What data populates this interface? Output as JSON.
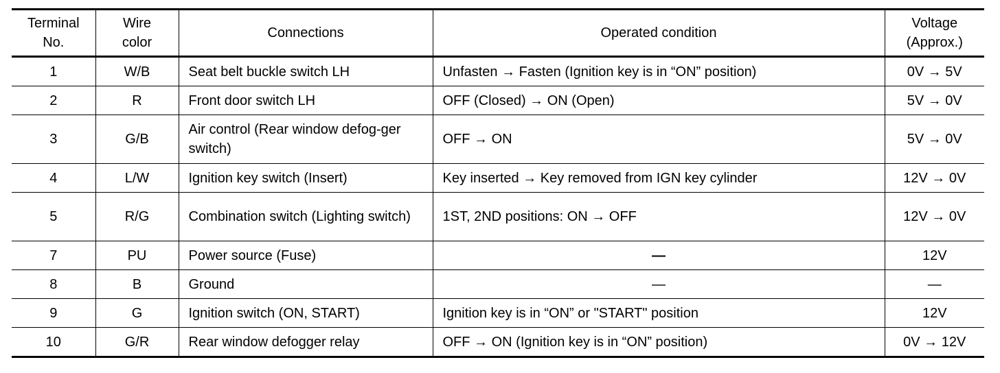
{
  "table": {
    "headers": {
      "terminal": [
        "Terminal",
        "No."
      ],
      "wire": [
        "Wire",
        "color"
      ],
      "connections": "Connections",
      "condition": "Operated condition",
      "voltage": [
        "Voltage",
        "(Approx.)"
      ]
    },
    "rows": [
      {
        "terminal": "1",
        "wire": "W/B",
        "connection": "Seat belt buckle switch LH",
        "condition": "Unfasten → Fasten (Ignition key is in “ON” position)",
        "voltage": "0V → 5V"
      },
      {
        "terminal": "2",
        "wire": "R",
        "connection": "Front door switch LH",
        "condition": "OFF (Closed) → ON (Open)",
        "voltage": "5V → 0V"
      },
      {
        "terminal": "3",
        "wire": "G/B",
        "connection": "Air control (Rear window defog-ger switch)",
        "condition": "OFF → ON",
        "voltage": "5V → 0V"
      },
      {
        "terminal": "4",
        "wire": "L/W",
        "connection": "Ignition key switch (Insert)",
        "condition": "Key inserted → Key removed from IGN key cylinder",
        "voltage": "12V → 0V"
      },
      {
        "terminal": "5",
        "wire": "R/G",
        "connection": "Combination switch (Lighting switch)",
        "condition": "1ST, 2ND positions: ON → OFF",
        "voltage": "12V → 0V"
      },
      {
        "terminal": "7",
        "wire": "PU",
        "connection": "Power source (Fuse)",
        "condition": "—",
        "voltage": "12V"
      },
      {
        "terminal": "8",
        "wire": "B",
        "connection": "Ground",
        "condition": "—",
        "voltage": "—"
      },
      {
        "terminal": "9",
        "wire": "G",
        "connection": "Ignition switch (ON, START)",
        "condition": "Ignition key is in “ON” or \"START\" position",
        "voltage": "12V"
      },
      {
        "terminal": "10",
        "wire": "G/R",
        "connection": "Rear window defogger relay",
        "condition": "OFF → ON (Ignition key is in “ON” position)",
        "voltage": "0V → 12V"
      }
    ]
  }
}
